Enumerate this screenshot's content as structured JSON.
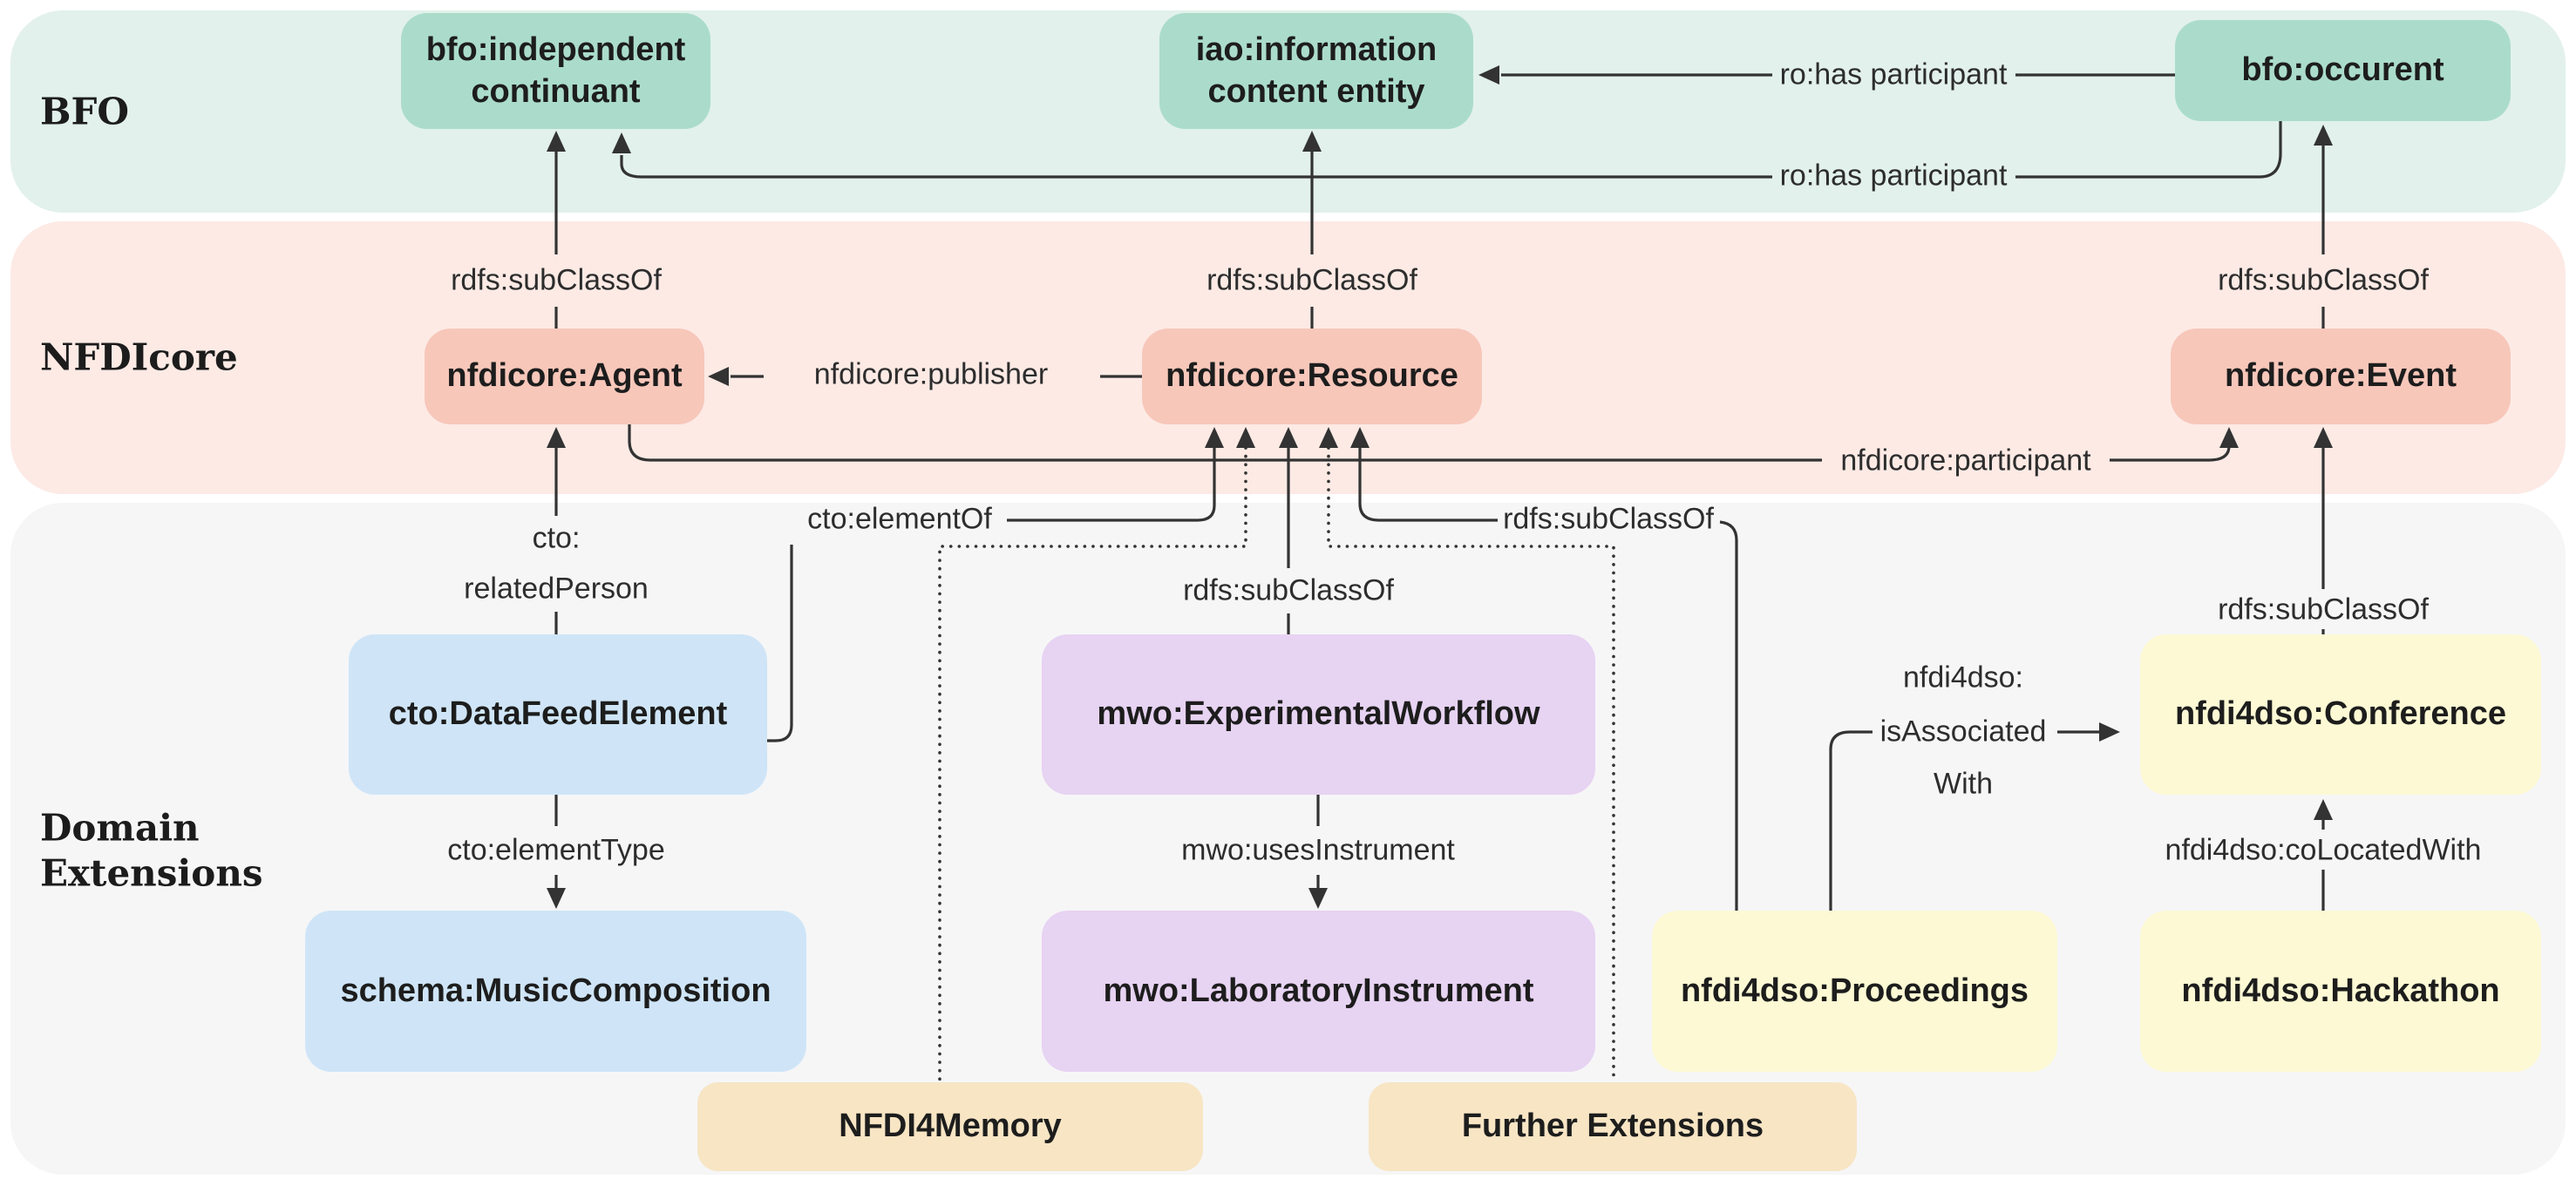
{
  "diagram_type": "ontology-class-diagram",
  "bands": {
    "bfo": {
      "label": "BFO"
    },
    "nfdicore": {
      "label": "NFDIcore"
    },
    "domain": {
      "label_line1": "Domain",
      "label_line2": "Extensions"
    }
  },
  "nodes": {
    "bfo_independent_continuant": "bfo:independent continuant",
    "iao_information_content_entity": "iao:information content entity",
    "bfo_occurent": "bfo:occurent",
    "nfdicore_agent": "nfdicore:Agent",
    "nfdicore_resource": "nfdicore:Resource",
    "nfdicore_event": "nfdicore:Event",
    "cto_datafeedelement": "cto:DataFeedElement",
    "schema_musiccomposition": "schema:MusicComposition",
    "mwo_experimentalworkflow": "mwo:ExperimentalWorkflow",
    "mwo_laboratoryinstrument": "mwo:LaboratoryInstrument",
    "nfdi4dso_proceedings": "nfdi4dso:Proceedings",
    "nfdi4dso_conference": "nfdi4dso:Conference",
    "nfdi4dso_hackathon": "nfdi4dso:Hackathon",
    "nfdi4memory": "NFDI4Memory",
    "further_extensions": "Further Extensions"
  },
  "edges": {
    "subclass_agent": {
      "label": "rdfs:subClassOf",
      "from": "nfdicore:Agent",
      "to": "bfo:independent continuant"
    },
    "subclass_resource": {
      "label": "rdfs:subClassOf",
      "from": "nfdicore:Resource",
      "to": "iao:information content entity"
    },
    "subclass_event": {
      "label": "rdfs:subClassOf",
      "from": "nfdicore:Event",
      "to": "bfo:occurent"
    },
    "has_participant_iao": {
      "label": "ro:has participant",
      "from": "bfo:occurent",
      "to": "iao:information content entity"
    },
    "has_participant_ic": {
      "label": "ro:has participant",
      "from": "bfo:occurent",
      "to": "bfo:independent continuant"
    },
    "publisher": {
      "label": "nfdicore:publisher",
      "from": "nfdicore:Resource",
      "to": "nfdicore:Agent"
    },
    "participant": {
      "label": "nfdicore:participant",
      "from": "nfdicore:Agent",
      "to": "nfdicore:Event"
    },
    "related_person": {
      "label_line1": "cto:",
      "label_line2": "relatedPerson",
      "from": "cto:DataFeedElement",
      "to": "nfdicore:Agent"
    },
    "element_of": {
      "label": "cto:elementOf",
      "from": "cto:DataFeedElement",
      "to": "nfdicore:Resource"
    },
    "element_type": {
      "label": "cto:elementType",
      "from": "cto:DataFeedElement",
      "to": "schema:MusicComposition"
    },
    "subclass_workflow": {
      "label": "rdfs:subClassOf",
      "from": "mwo:ExperimentalWorkflow",
      "to": "nfdicore:Resource"
    },
    "uses_instrument": {
      "label": "mwo:usesInstrument",
      "from": "mwo:ExperimentalWorkflow",
      "to": "mwo:LaboratoryInstrument"
    },
    "subclass_proceedings": {
      "label": "rdfs:subClassOf",
      "from": "nfdi4dso:Proceedings",
      "to": "nfdicore:Resource"
    },
    "subclass_conference": {
      "label": "rdfs:subClassOf",
      "from": "nfdi4dso:Conference",
      "to": "nfdicore:Event"
    },
    "is_associated_with": {
      "label_line1": "nfdi4dso:",
      "label_line2": "isAssociated",
      "label_line3": "With",
      "from": "nfdi4dso:Proceedings",
      "to": "nfdi4dso:Conference"
    },
    "co_located_with": {
      "label": "nfdi4dso:coLocatedWith",
      "from": "nfdi4dso:Hackathon",
      "to": "nfdi4dso:Conference"
    },
    "nfdi4memory_scope": {
      "label": "",
      "from": "NFDI4Memory",
      "to": "nfdicore:Resource"
    },
    "further_ext_scope": {
      "label": "",
      "from": "Further Extensions",
      "to": "nfdicore:Resource"
    }
  },
  "colors": {
    "band_bfo": "#e2f1eb",
    "band_nfdicore": "#fdeae5",
    "band_domain": "#f6f6f7",
    "node_teal": "#abdccb",
    "node_salmon": "#f7c7ba",
    "node_blue": "#cfe5f7",
    "node_purple": "#e7d3f2",
    "node_yellow": "#fcf9d4",
    "node_tan": "#f7e5c4",
    "line": "#333333",
    "text": "#1d1d1d"
  }
}
